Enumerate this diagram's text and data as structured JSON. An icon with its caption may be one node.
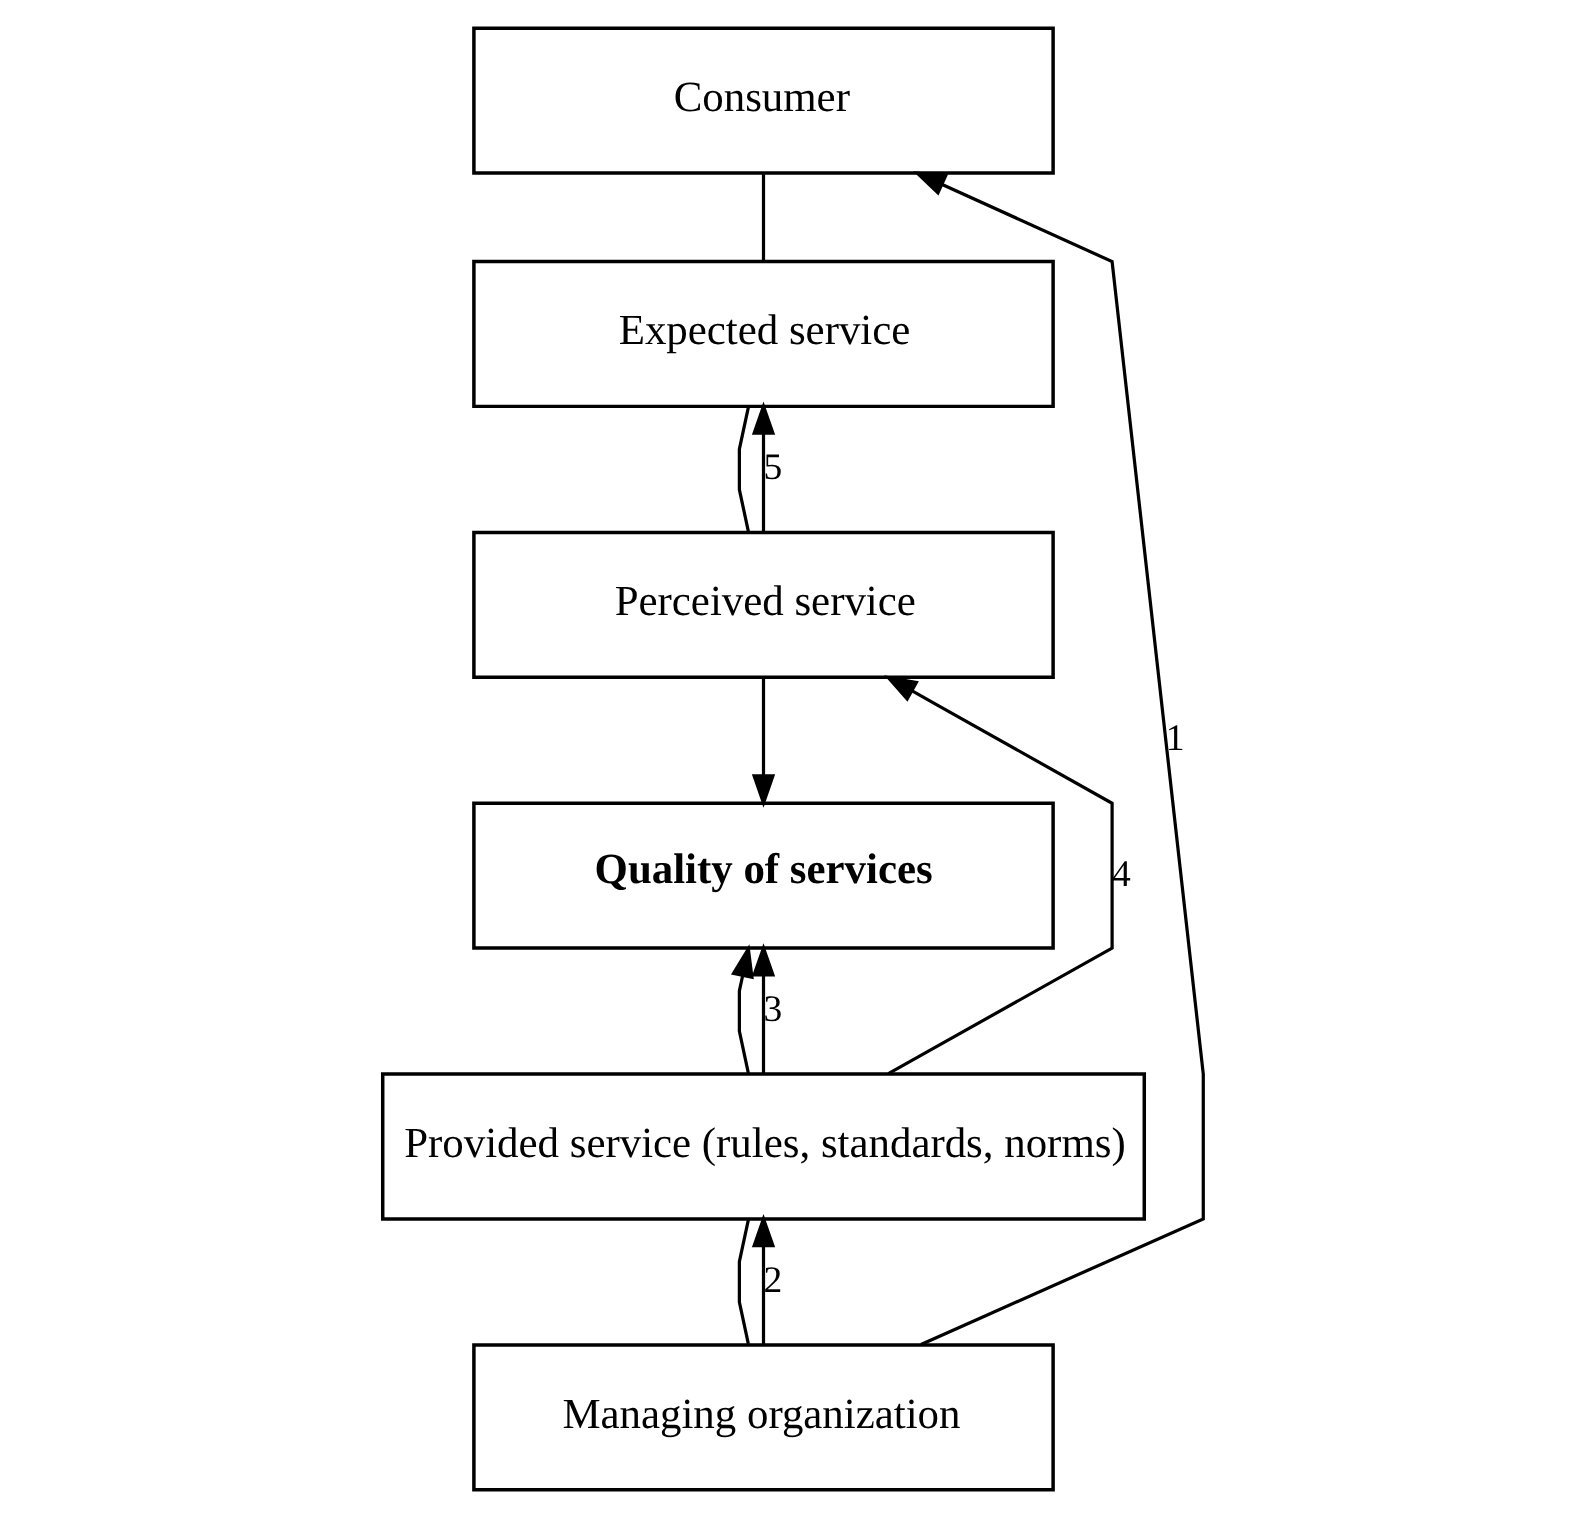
{
  "diagram": {
    "nodes": [
      {
        "text": [
          "Consumer"
        ]
      },
      {
        "text": [
          "Expected service"
        ]
      },
      {
        "text": [
          "Perceived service"
        ]
      },
      {
        "text": [
          "Quality of services"
        ]
      },
      {
        "text": [
          "Provided service (rules, standards, norms)"
        ]
      },
      {
        "text": [
          "Managing organization"
        ]
      }
    ],
    "edges": [
      {
        "from": 0,
        "to": 1,
        "arrow": "none"
      },
      {
        "from": 1,
        "to": 2,
        "arrow": "none"
      },
      {
        "from": 2,
        "to": 3,
        "arrow": "to"
      },
      {
        "from": 4,
        "to": 3,
        "arrow": "to"
      },
      {
        "from": 5,
        "to": 4,
        "arrow": "none"
      },
      {
        "from": 5,
        "to": 0,
        "arrow": "to",
        "label": "1"
      },
      {
        "from": 5,
        "to": 4,
        "arrow": "to",
        "label": "2"
      },
      {
        "from": 4,
        "to": 3,
        "arrow": "to",
        "label": "3"
      },
      {
        "from": 4,
        "to": 2,
        "arrow": "to",
        "label": "4"
      },
      {
        "from": 2,
        "to": 1,
        "arrow": "to",
        "label": "5"
      }
    ]
  }
}
